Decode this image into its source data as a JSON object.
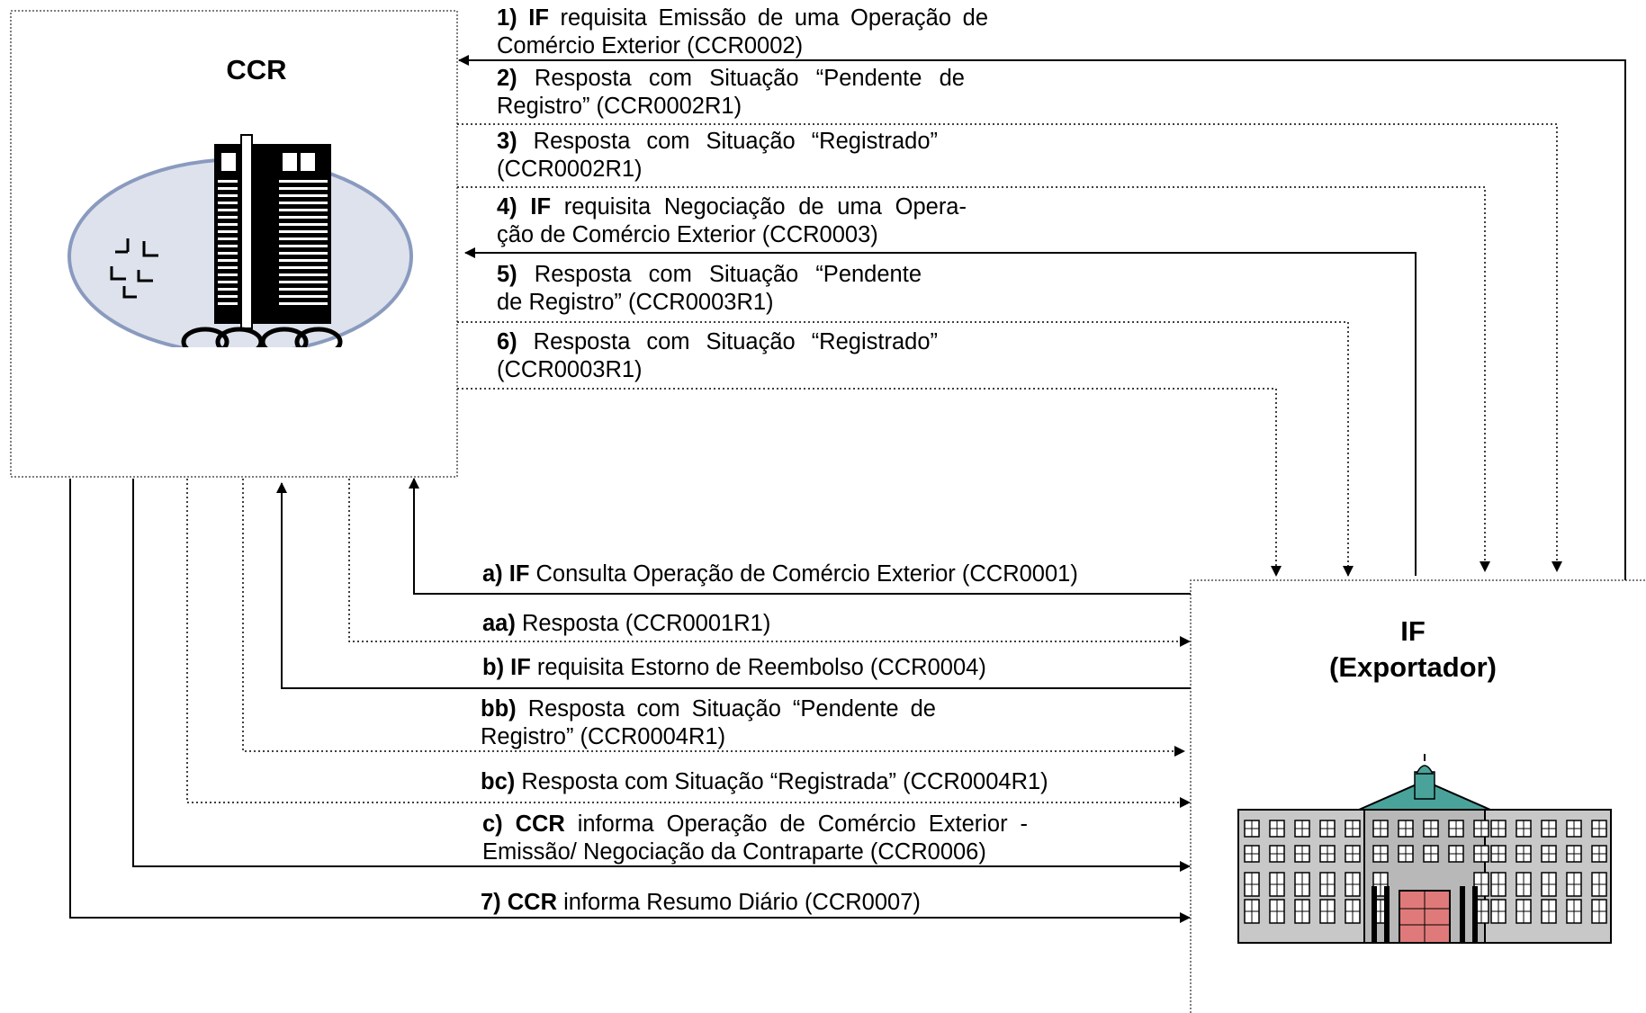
{
  "ccr": {
    "title": "CCR"
  },
  "if_box": {
    "title_line1": "IF",
    "title_line2": "(Exportador)"
  },
  "messages": [
    {
      "id": "m1",
      "lines": [
        {
          "bold": "1) IF",
          "text": " requisita Emissão de uma Operação de"
        },
        {
          "bold": "",
          "text": "Comércio Exterior (CCR0002)"
        }
      ]
    },
    {
      "id": "m2",
      "lines": [
        {
          "bold": "2)",
          "text": " Resposta com Situação “Pendente de"
        },
        {
          "bold": "",
          "text": "Registro” (CCR0002R1)"
        }
      ]
    },
    {
      "id": "m3",
      "lines": [
        {
          "bold": "3)",
          "text": " Resposta com Situação “Registrado”"
        },
        {
          "bold": "",
          "text": "(CCR0002R1)"
        }
      ]
    },
    {
      "id": "m4",
      "lines": [
        {
          "bold": "4) IF",
          "text": " requisita Negociação de uma Opera-"
        },
        {
          "bold": "",
          "text": "ção de Comércio Exterior (CCR0003)"
        }
      ]
    },
    {
      "id": "m5",
      "lines": [
        {
          "bold": "5)",
          "text": " Resposta com Situação “Pendente"
        },
        {
          "bold": "",
          "text": "de Registro” (CCR0003R1)"
        }
      ]
    },
    {
      "id": "m6",
      "lines": [
        {
          "bold": "6)",
          "text": " Resposta com Situação “Registrado”"
        },
        {
          "bold": "",
          "text": "(CCR0003R1)"
        }
      ]
    },
    {
      "id": "ma",
      "lines": [
        {
          "bold": "a) IF",
          "text": " Consulta Operação de Comércio Exterior (CCR0001)"
        }
      ]
    },
    {
      "id": "maa",
      "lines": [
        {
          "bold": "aa)",
          "text": " Resposta (CCR0001R1)"
        }
      ]
    },
    {
      "id": "mb",
      "lines": [
        {
          "bold": "b) IF",
          "text": " requisita Estorno de Reembolso (CCR0004)"
        }
      ]
    },
    {
      "id": "mbb",
      "lines": [
        {
          "bold": "bb)",
          "text": " Resposta com Situação “Pendente de"
        },
        {
          "bold": "",
          "text": "Registro” (CCR0004R1)"
        }
      ]
    },
    {
      "id": "mbc",
      "lines": [
        {
          "bold": "bc)",
          "text": " Resposta com Situação “Registrada” (CCR0004R1)"
        }
      ]
    },
    {
      "id": "mc",
      "lines": [
        {
          "bold": "c) CCR",
          "text": " informa Operação de Comércio Exterior -"
        },
        {
          "bold": "",
          "text": "Emissão/ Negociação da Contraparte (CCR0006)"
        }
      ]
    },
    {
      "id": "m7",
      "lines": [
        {
          "bold": "7) CCR",
          "text": " informa Resumo Diário (CCR0007)"
        }
      ]
    }
  ]
}
